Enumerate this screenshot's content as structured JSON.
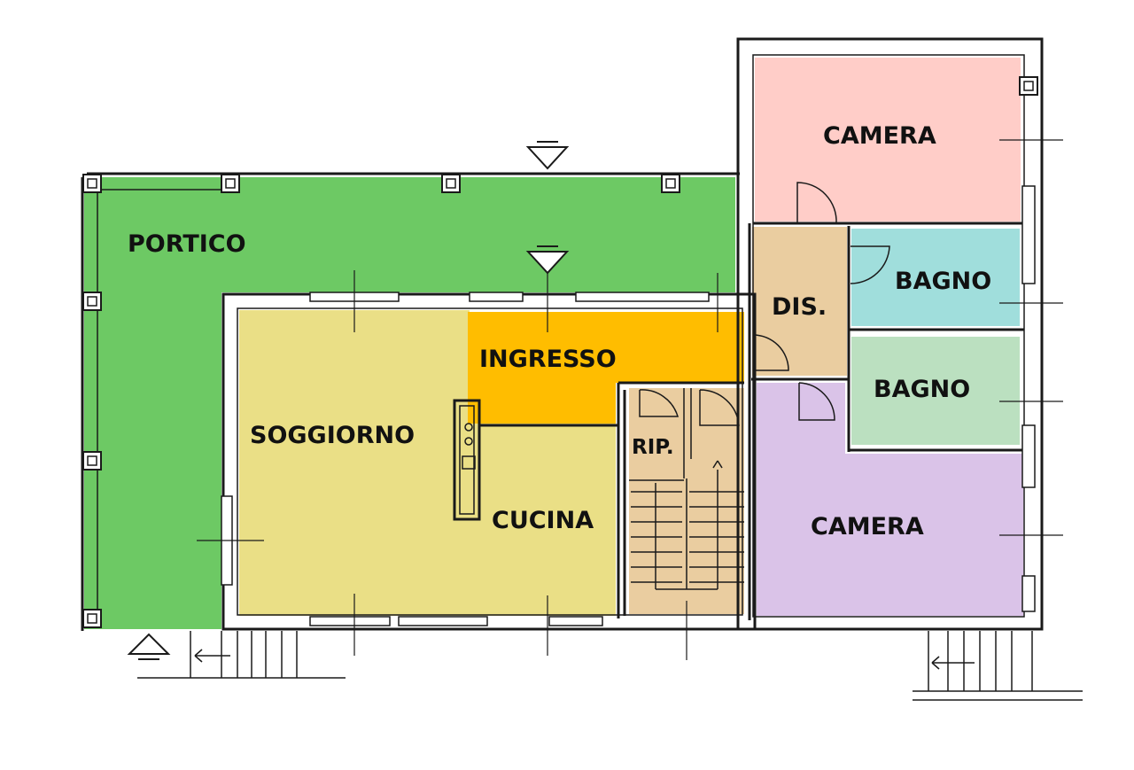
{
  "rooms": {
    "portico": {
      "label": "PORTICO",
      "color": "#6DC964"
    },
    "soggiorno": {
      "label": "SOGGIORNO",
      "color": "#EADF86"
    },
    "ingresso": {
      "label": "INGRESSO",
      "color": "#FFBD00"
    },
    "cucina": {
      "label": "CUCINA",
      "color": "#EADF86"
    },
    "rip": {
      "label": "RIP.",
      "color": "#EACDA0"
    },
    "dis": {
      "label": "DIS.",
      "color": "#EACDA0"
    },
    "camera_1": {
      "label": "CAMERA",
      "color": "#FFCDC8"
    },
    "bagno_1": {
      "label": "BAGNO",
      "color": "#A0DEDC"
    },
    "bagno_2": {
      "label": "BAGNO",
      "color": "#BBE0C0"
    },
    "camera_2": {
      "label": "CAMERA",
      "color": "#DAC3E8"
    }
  },
  "stair_color": "#EACDA0",
  "wall_color": "#1a1a1a"
}
